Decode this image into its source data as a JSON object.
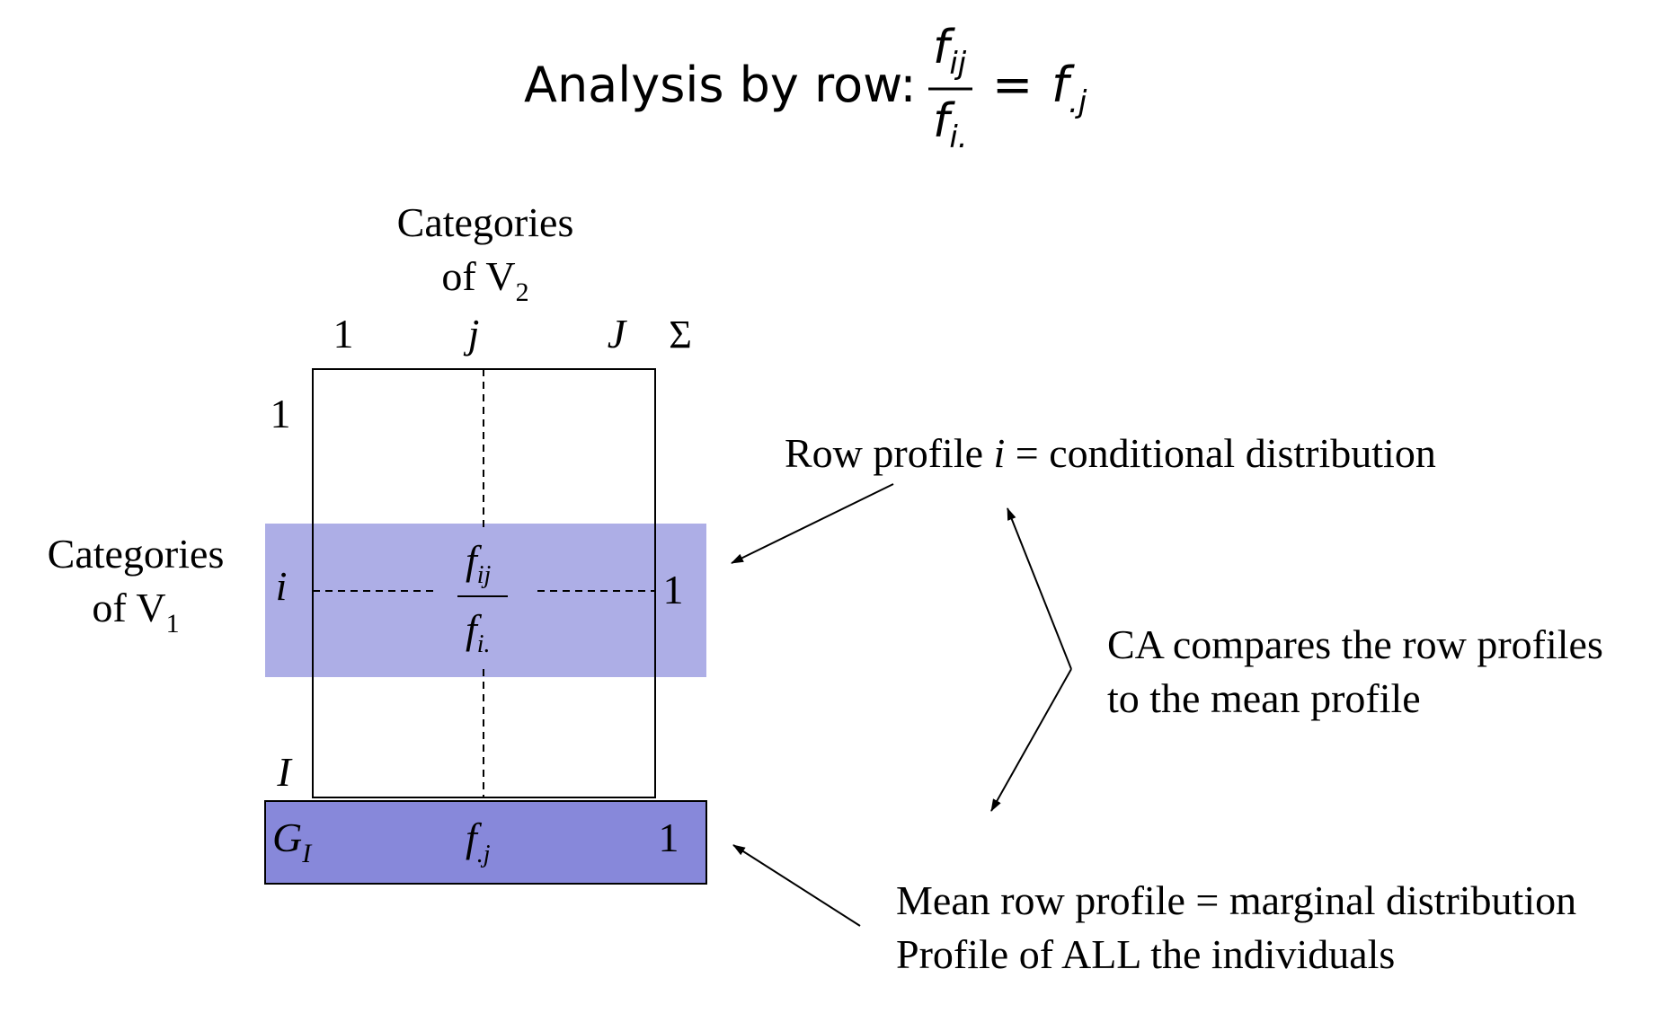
{
  "title": {
    "prefix": "Analysis by row:",
    "formula": {
      "num_base": "f",
      "num_sub": "ij",
      "den_base": "f",
      "den_sub": "i.",
      "equals": "=",
      "rhs_base": "f",
      "rhs_sub": ".j"
    }
  },
  "table": {
    "columns_label": [
      "Categories",
      "of V",
      "2"
    ],
    "rows_label": [
      "Categories",
      "of V",
      "1"
    ],
    "col_headers": {
      "first": "1",
      "middle": "j",
      "last": "J",
      "sum": "Σ"
    },
    "row_headers": {
      "first": "1",
      "middle": "i",
      "last": "I"
    },
    "cell": {
      "num_base": "f",
      "num_sub": "ij",
      "den_base": "f",
      "den_sub": "i."
    },
    "row_i_sum": "1",
    "mean_row": {
      "label_base": "G",
      "label_sub": "I",
      "cell_base": "f",
      "cell_sub": ".j",
      "sum": "1"
    }
  },
  "annotations": {
    "row_profile": {
      "before": "Row profile ",
      "var": "i",
      "after": " = conditional distribution"
    },
    "comparison": [
      "CA compares the row profiles",
      "to the mean profile"
    ],
    "mean_profile": [
      "Mean row profile = marginal distribution",
      "Profile of ALL the individuals"
    ]
  },
  "colors": {
    "row_band": "#adaee6",
    "mean_band": "#8788da",
    "line": "#000000",
    "background": "#ffffff"
  }
}
